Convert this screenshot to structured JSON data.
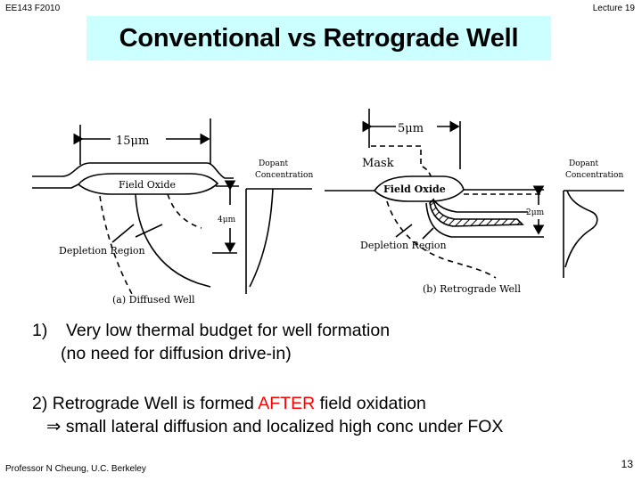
{
  "header": {
    "course": "EE143  F2010",
    "lecture": "Lecture 19"
  },
  "title": "Conventional vs Retrograde Well",
  "figure_a": {
    "dimension_label": "15μm",
    "oxide_label": "Field Oxide",
    "depth_label": "4μm",
    "depletion_label": "Depletion  Region",
    "dopant_label_1": "Dopant",
    "dopant_label_2": "Concentration",
    "caption": "(a) Diffused Well"
  },
  "figure_b": {
    "dimension_label": "5μm",
    "mask_label": "Mask",
    "oxide_label": "Field  Oxide",
    "depth_label": "2μm",
    "depletion_label": "Depletion  Region",
    "dopant_label_1": "Dopant",
    "dopant_label_2": "Concentration",
    "caption": "(b) Retrograde Well"
  },
  "points": {
    "p1_num": "1)",
    "p1_line1": "Very low thermal budget  for well formation",
    "p1_line2": "(no need  for diffusion drive-in)",
    "p2_prefix": "2) Retrograde Well  is formed ",
    "p2_highlight": "AFTER",
    "p2_suffix": " field oxidation",
    "p2_implies_symbol": "⇒",
    "p2_line2": " small lateral diffusion and localized high conc under FOX"
  },
  "colors": {
    "title_bg": "#ccffff",
    "highlight": "#ff0000"
  },
  "footer": {
    "author": "Professor  N Cheung, U.C. Berkeley",
    "page": "13"
  }
}
